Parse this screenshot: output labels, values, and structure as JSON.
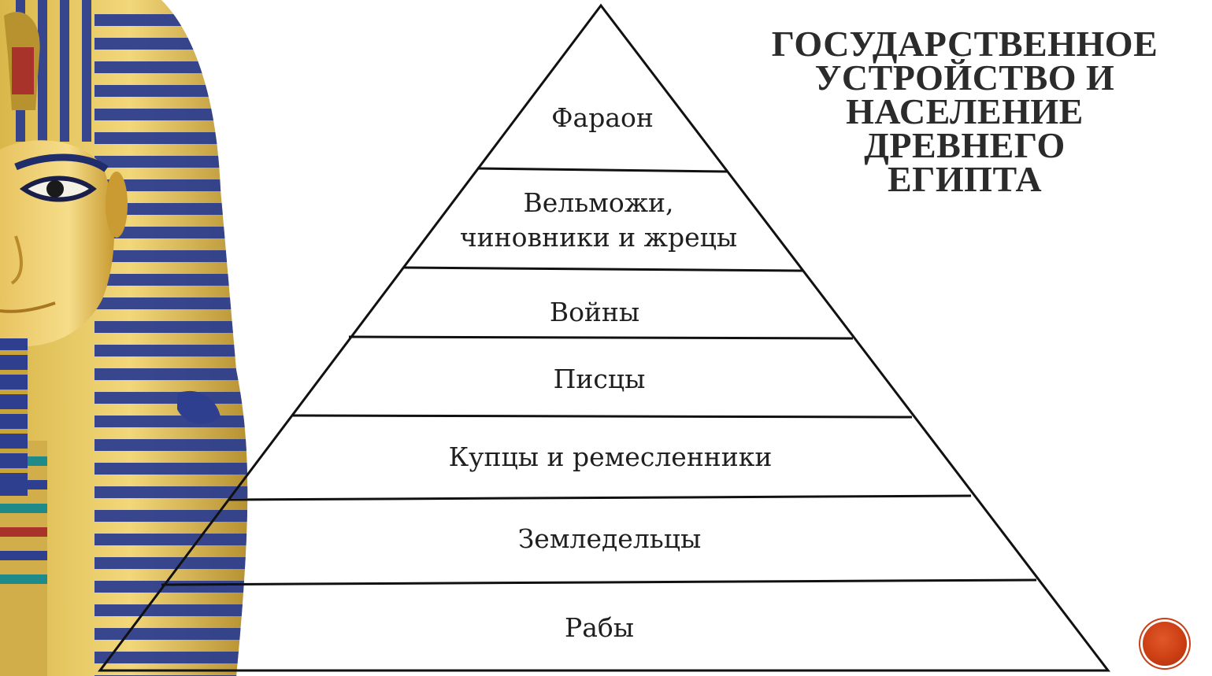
{
  "title_lines": [
    "ГОСУДАРСТВЕННОЕ",
    "УСТРОЙСТВО И",
    "НАСЕЛЕНИЕ ДРЕВНЕГО",
    "ЕГИПТА"
  ],
  "pyramid": {
    "tiers": [
      {
        "lines": [
          "Фараон"
        ]
      },
      {
        "lines": [
          "Вельможи,",
          "чиновники и жрецы"
        ]
      },
      {
        "lines": [
          "Войны"
        ]
      },
      {
        "lines": [
          "Писцы"
        ]
      },
      {
        "lines": [
          "Купцы и ремесленники"
        ]
      },
      {
        "lines": [
          "Земледельцы"
        ]
      },
      {
        "lines": [
          "Рабы"
        ]
      }
    ]
  },
  "decor": {
    "image": "pharaoh-mask",
    "mask_gold": "#c9a43a",
    "mask_blue": "#2e3f8f"
  },
  "nav_button": {
    "icon": "next-slide-button",
    "color": "#cc3f14"
  }
}
